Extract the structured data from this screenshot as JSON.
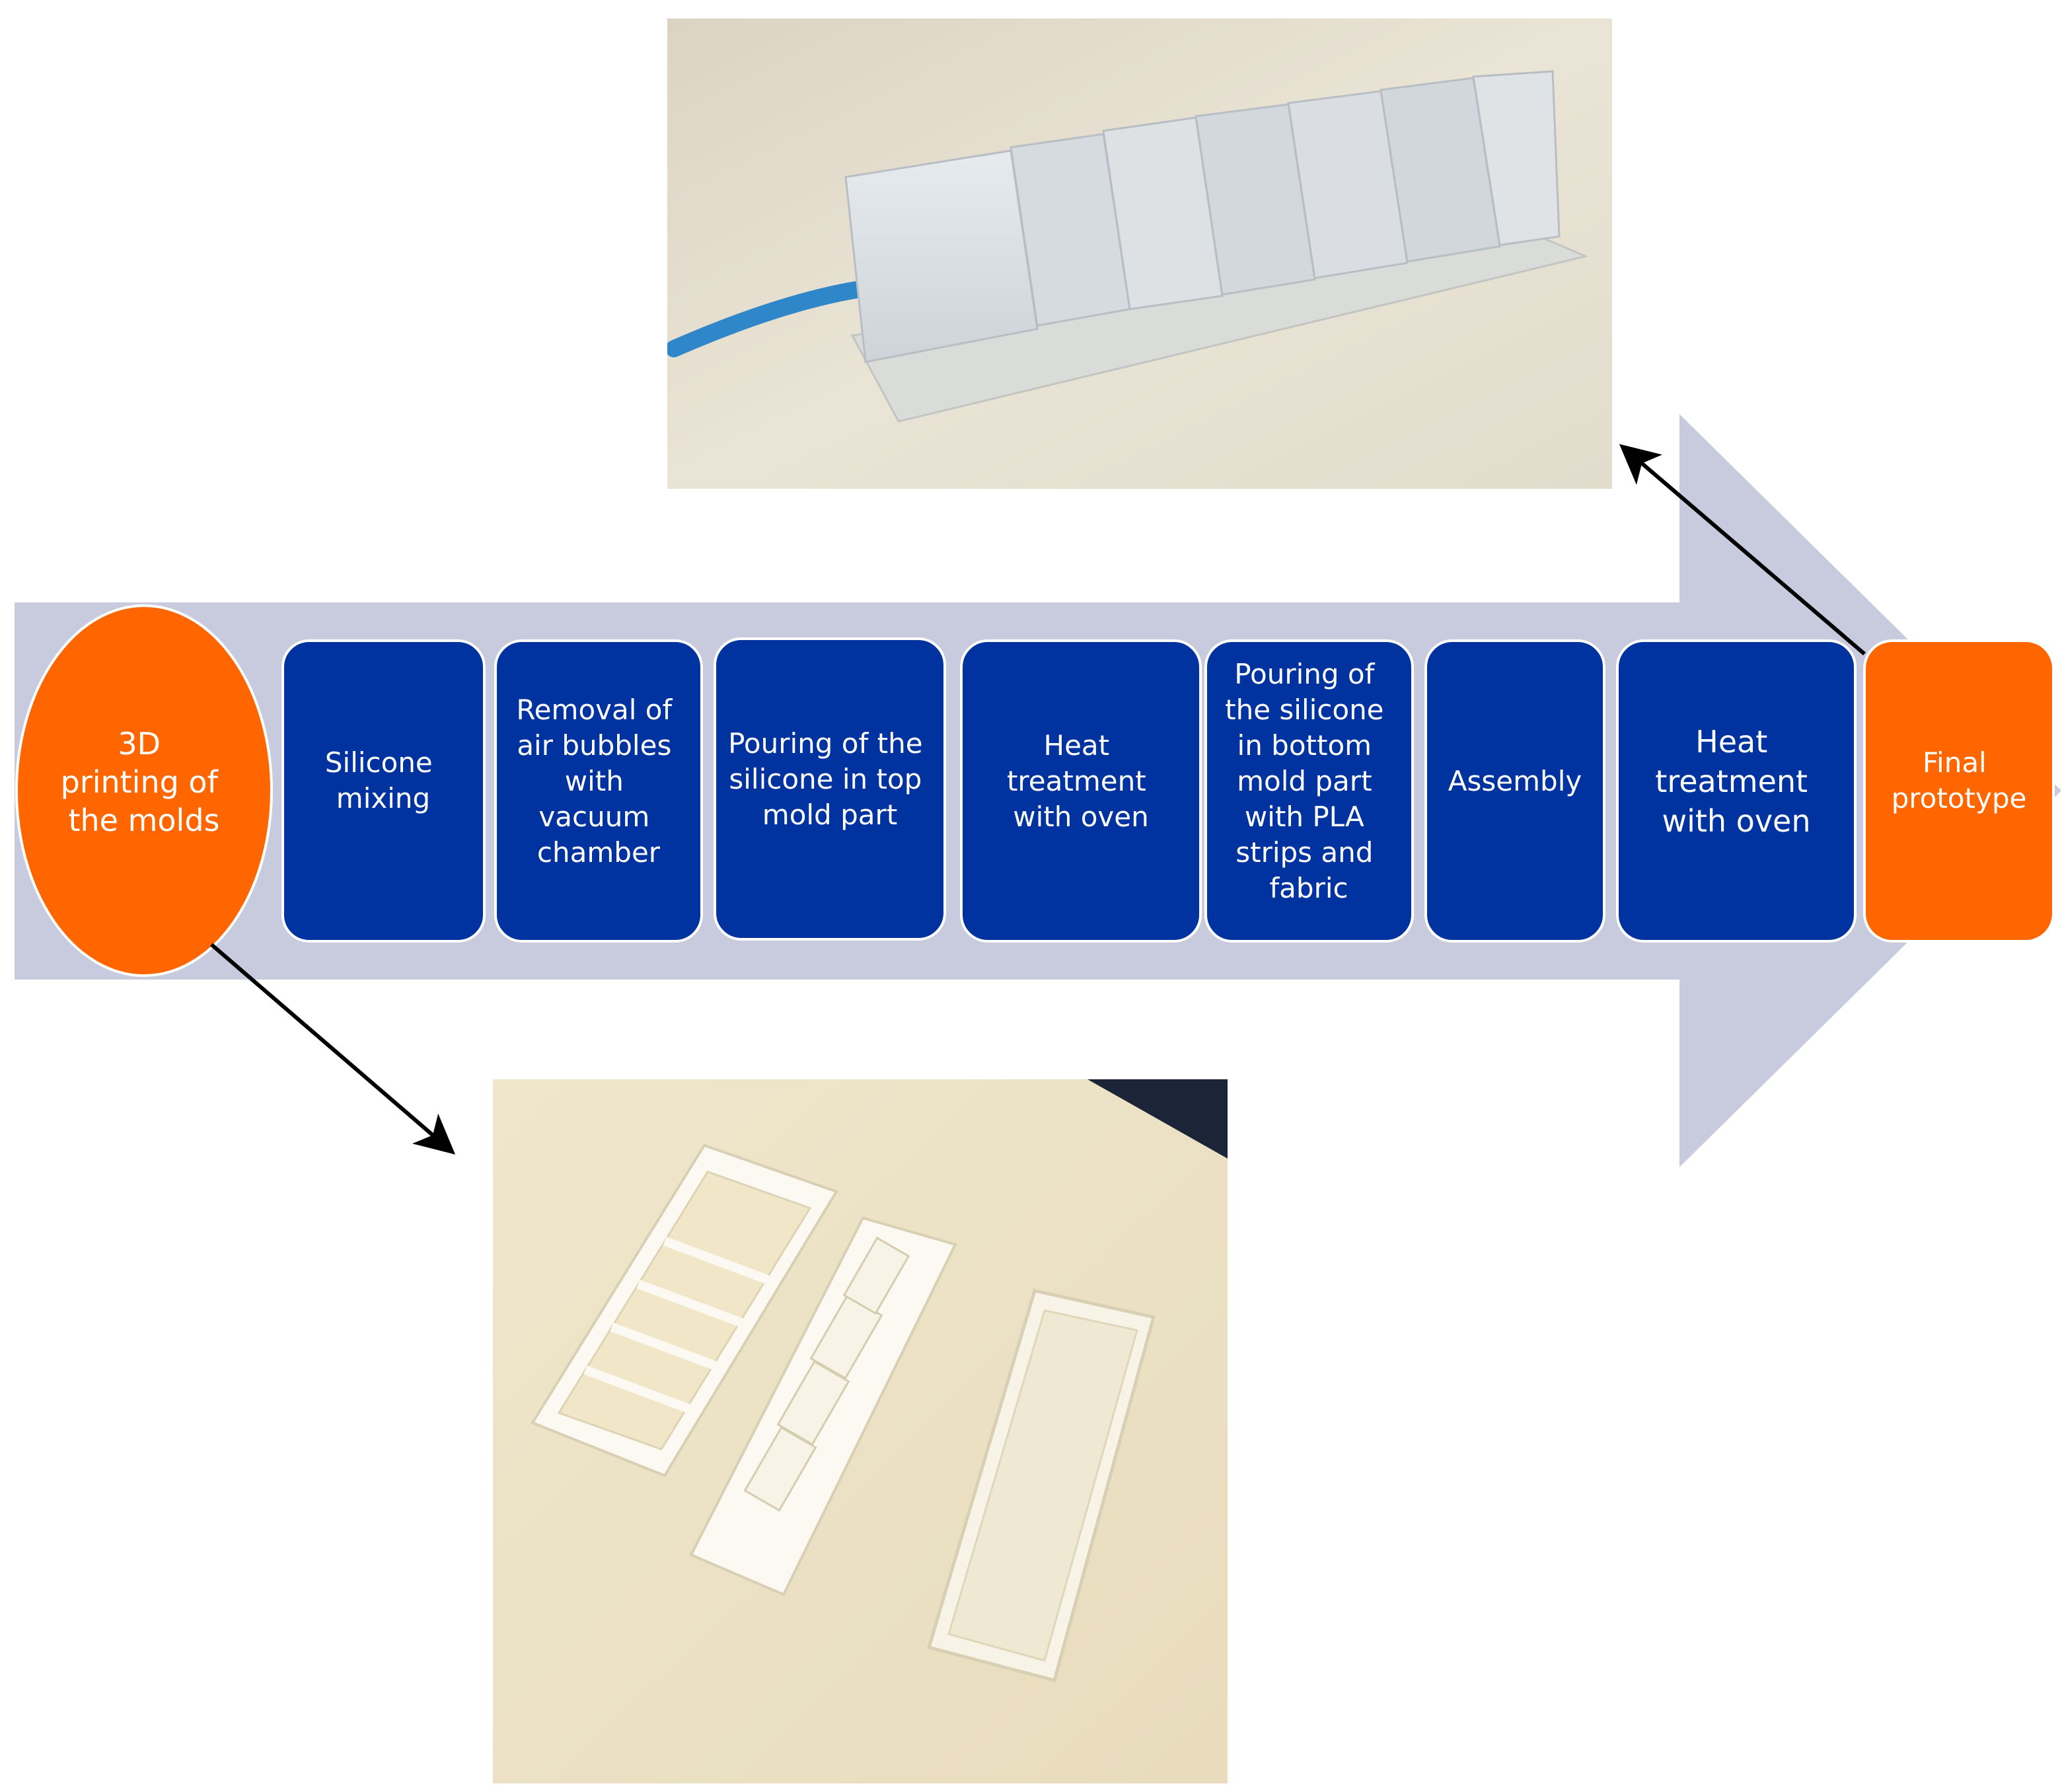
{
  "colors": {
    "arrow_band": "#c8cbdd",
    "step_blue": "#0033a0",
    "accent_orange": "#ff6600",
    "connector": "#000000"
  },
  "start_node": {
    "lines": [
      "3D",
      "printing of",
      "the molds"
    ]
  },
  "steps": [
    {
      "lines": [
        "Silicone",
        "mixing"
      ]
    },
    {
      "lines": [
        "Removal of",
        "air bubbles",
        "with",
        "vacuum",
        "chamber"
      ]
    },
    {
      "lines": [
        "Pouring of the",
        "silicone in top",
        "mold part"
      ]
    },
    {
      "lines": [
        "Heat",
        "treatment",
        "with oven"
      ]
    },
    {
      "lines": [
        "Pouring of",
        "the silicone",
        "in bottom",
        "mold part",
        "with PLA",
        "strips and",
        "fabric"
      ]
    },
    {
      "lines": [
        "Assembly"
      ]
    },
    {
      "lines": [
        "Heat",
        "treatment",
        "with oven"
      ]
    }
  ],
  "end_node": {
    "lines": [
      "Final",
      "prototype"
    ]
  },
  "photos": {
    "top": {
      "subject": "silicone-actuator-prototype"
    },
    "bottom": {
      "subject": "3d-printed-molds"
    }
  }
}
